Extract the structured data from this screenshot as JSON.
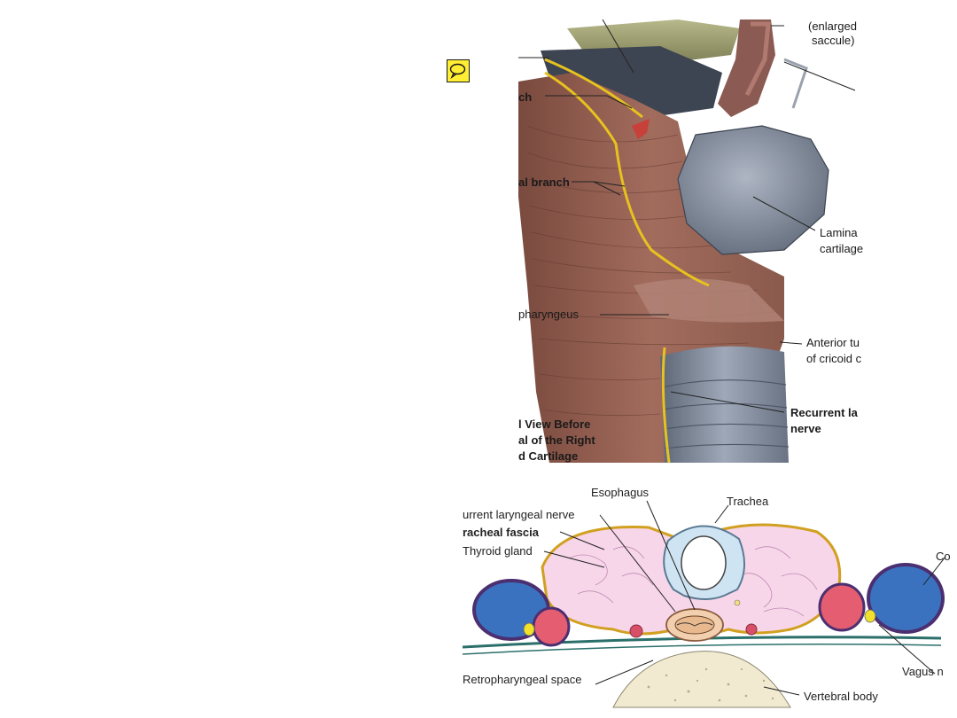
{
  "comment_icon": "speech-bubble-icon",
  "top_figure": {
    "labels": {
      "saccule_1": "(enlarged",
      "saccule_2": "saccule)",
      "branch_1": "ch",
      "branch_2": "al branch",
      "lamina_1": "Lamina",
      "lamina_2": "cartilage",
      "pharyngeus": "pharyngeus",
      "anterior_1": "Anterior tu",
      "anterior_2": "of cricoid c",
      "recurrent_1": "Recurrent la",
      "recurrent_2": "nerve",
      "caption_1": "l View Before",
      "caption_2": "al of the Right",
      "caption_3": "d Cartilage"
    }
  },
  "bottom_figure": {
    "labels": {
      "esophagus": "Esophagus",
      "trachea": "Trachea",
      "recurrent_nerve": "urrent laryngeal nerve",
      "tracheal_fascia": "racheal fascia",
      "thyroid_gland": "Thyroid gland",
      "carotid": "Co",
      "vagus": "Vagus n",
      "retropharyngeal": "Retropharyngeal space",
      "vertebral_body": "Vertebral body"
    }
  }
}
